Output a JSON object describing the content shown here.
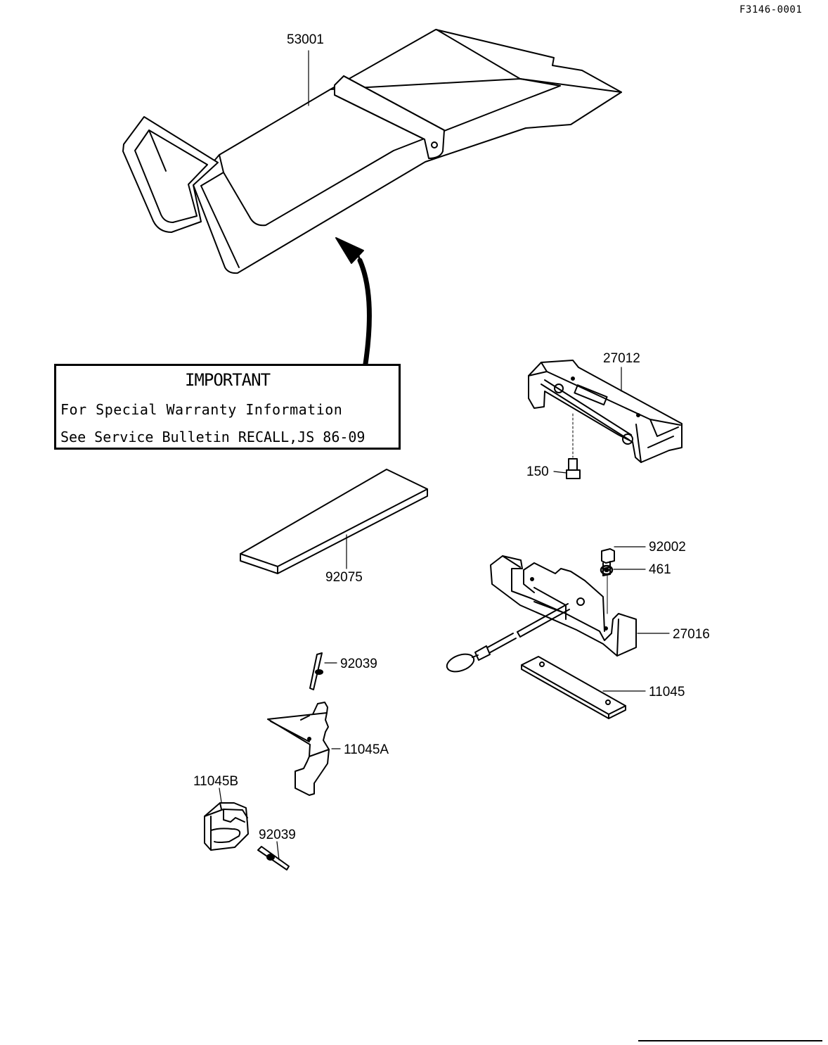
{
  "doc_ref": "F3146-0001",
  "parts": {
    "seat": "53001",
    "bracket_upper": "27012",
    "bolt_150": "150",
    "pad": "92075",
    "bolt_92002": "92002",
    "washer": "461",
    "lock_assembly": "27016",
    "rivet_upper": "92039",
    "plate": "11045",
    "bracket_a": "11045A",
    "clip_b": "11045B",
    "rivet_lower": "92039"
  },
  "notice": {
    "title": "IMPORTANT",
    "line1": "For Special Warranty Information",
    "line2": "See Service Bulletin RECALL,JS 86-09"
  },
  "colors": {
    "ink": "#000000",
    "paper": "#ffffff"
  }
}
